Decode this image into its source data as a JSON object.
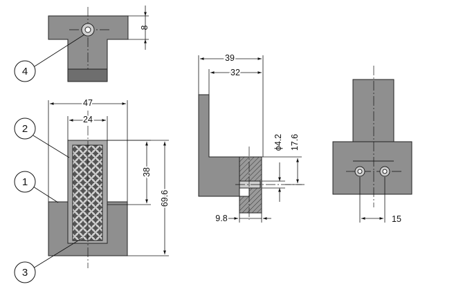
{
  "callouts": {
    "c1": "1",
    "c2": "2",
    "c3": "3",
    "c4": "4"
  },
  "dimensions": {
    "top_height": "8",
    "front_width_total": "47",
    "front_width_insert": "24",
    "front_height_insert": "38",
    "front_height_total": "69.6",
    "side_width_total": "39",
    "side_width_inner": "32",
    "side_hole_diameter": "ϕ4.2",
    "side_hole_height": "17.6",
    "side_offset": "9.8",
    "back_hole_spacing": "15"
  },
  "colors": {
    "body_gray": "#8f8f8f",
    "body_light": "#a9a9a9",
    "body_dark": "#6e6e6e",
    "line": "#111111"
  }
}
